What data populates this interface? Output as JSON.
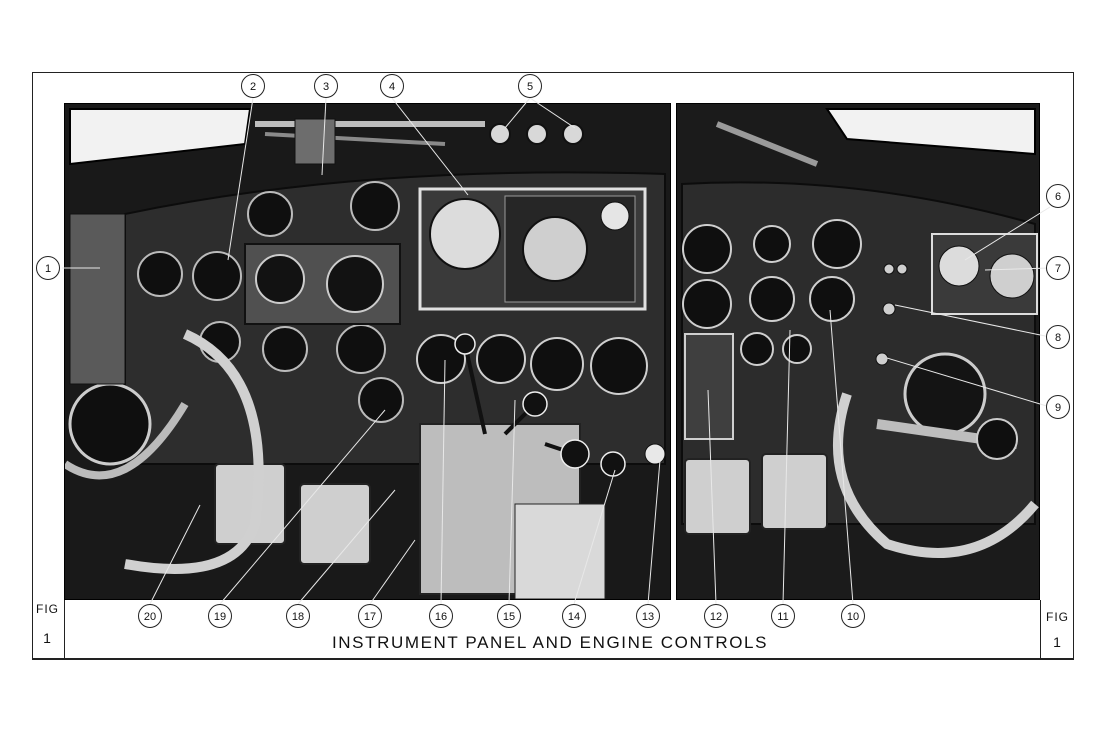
{
  "caption": "INSTRUMENT PANEL AND ENGINE CONTROLS",
  "figure_label": "FIG",
  "figure_number": "1",
  "callouts": [
    "1",
    "2",
    "3",
    "4",
    "5",
    "6",
    "7",
    "8",
    "9",
    "10",
    "11",
    "12",
    "13",
    "14",
    "15",
    "16",
    "17",
    "18",
    "19",
    "20"
  ],
  "colors": {
    "photo_dark": "#1c1c1c",
    "panel": "#2e2e2e",
    "gauge_face": "#e8e8e8",
    "line": "#222222"
  }
}
